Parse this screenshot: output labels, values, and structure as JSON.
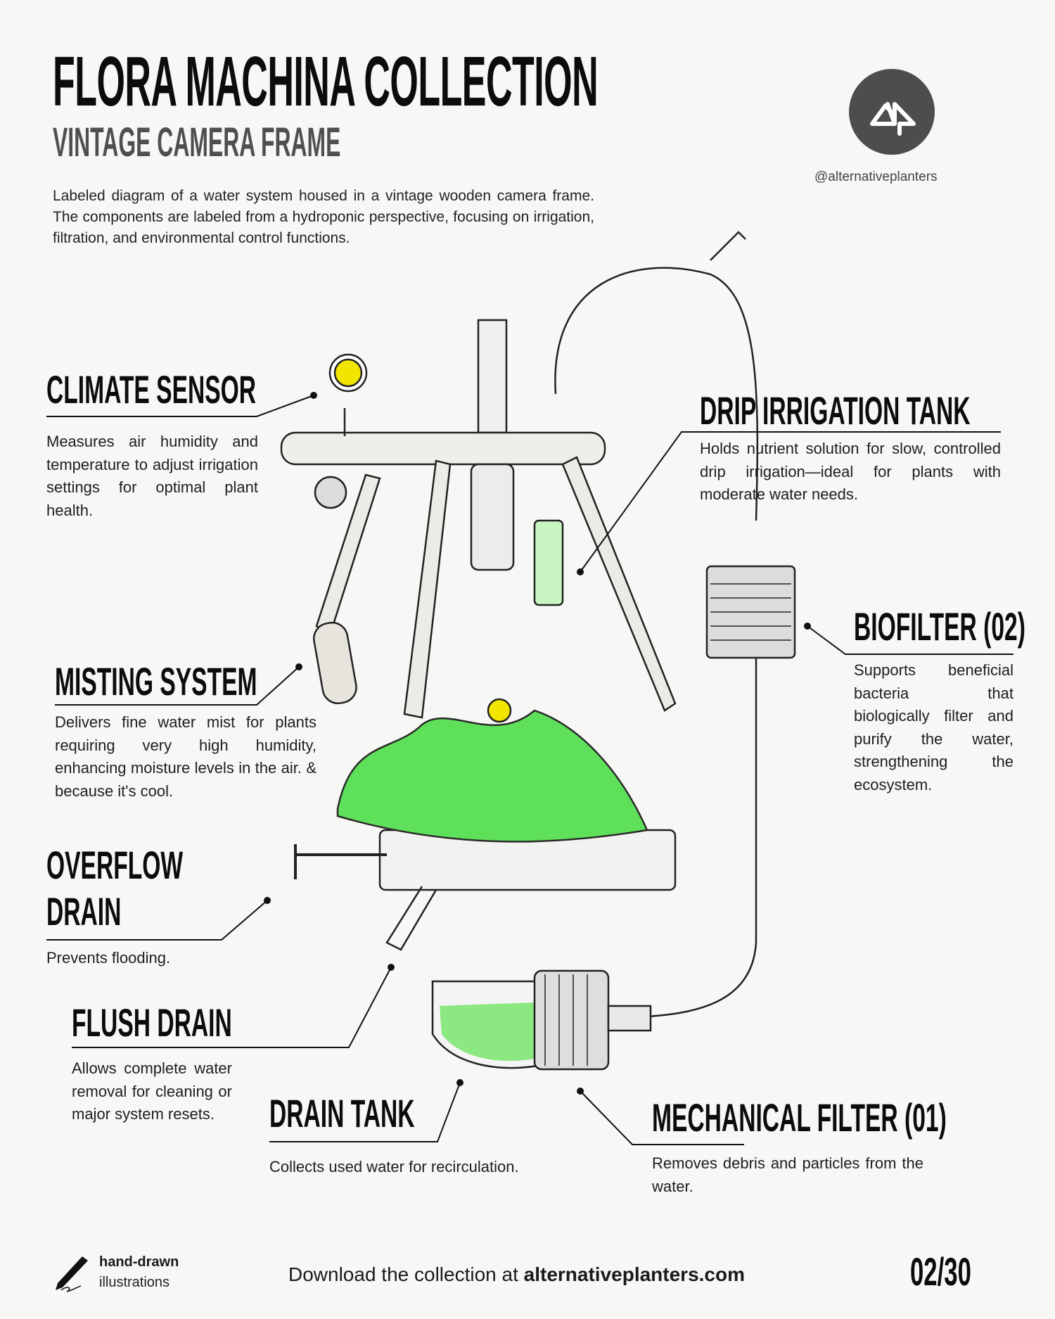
{
  "header": {
    "title": "FLORA MACHINA COLLECTION",
    "subtitle": "VINTAGE CAMERA FRAME",
    "description": "Labeled diagram of a water system housed in a vintage wooden camera frame. The components are labeled from a hydroponic perspective, focusing on irrigation, filtration, and environmental control functions.",
    "handle": "@alternativeplanters"
  },
  "labels": {
    "climate_sensor": {
      "title": "CLIMATE SENSOR",
      "text": "Measures air humidity and temperature to adjust irrigation settings for optimal plant health."
    },
    "drip_tank": {
      "title": "DRIP IRRIGATION TANK",
      "text": "Holds nutrient solution for slow, controlled drip irrigation—ideal for plants with moderate water needs."
    },
    "biofilter": {
      "title": "BIOFILTER (02)",
      "text": "Supports beneficial bacteria that biologically filter and purify the water, strengthening the ecosystem."
    },
    "misting": {
      "title": "MISTING SYSTEM",
      "text": "Delivers fine water mist for plants requiring very high humidity, enhancing moisture levels in the air. & because it's cool."
    },
    "overflow": {
      "title_1": "OVERFLOW",
      "title_2": "DRAIN",
      "text": "Prevents flooding."
    },
    "flush": {
      "title": "FLUSH DRAIN",
      "text": "Allows complete water removal for cleaning or major system resets."
    },
    "drain_tank": {
      "title": "DRAIN TANK",
      "text": "Collects used water for recirculation."
    },
    "mech_filter": {
      "title": "MECHANICAL FILTER (01)",
      "text": "Removes debris and particles from the water."
    }
  },
  "footer": {
    "badge_line1": "hand-drawn",
    "badge_line2": "illustrations",
    "download_prefix": "Download the collection at",
    "download_site": "alternativeplanters.com",
    "page": "02/30"
  },
  "colors": {
    "plant": "#5fe05a",
    "ink": "#111111",
    "logo": "#4d4d4d",
    "sensor": "#f2e600"
  }
}
